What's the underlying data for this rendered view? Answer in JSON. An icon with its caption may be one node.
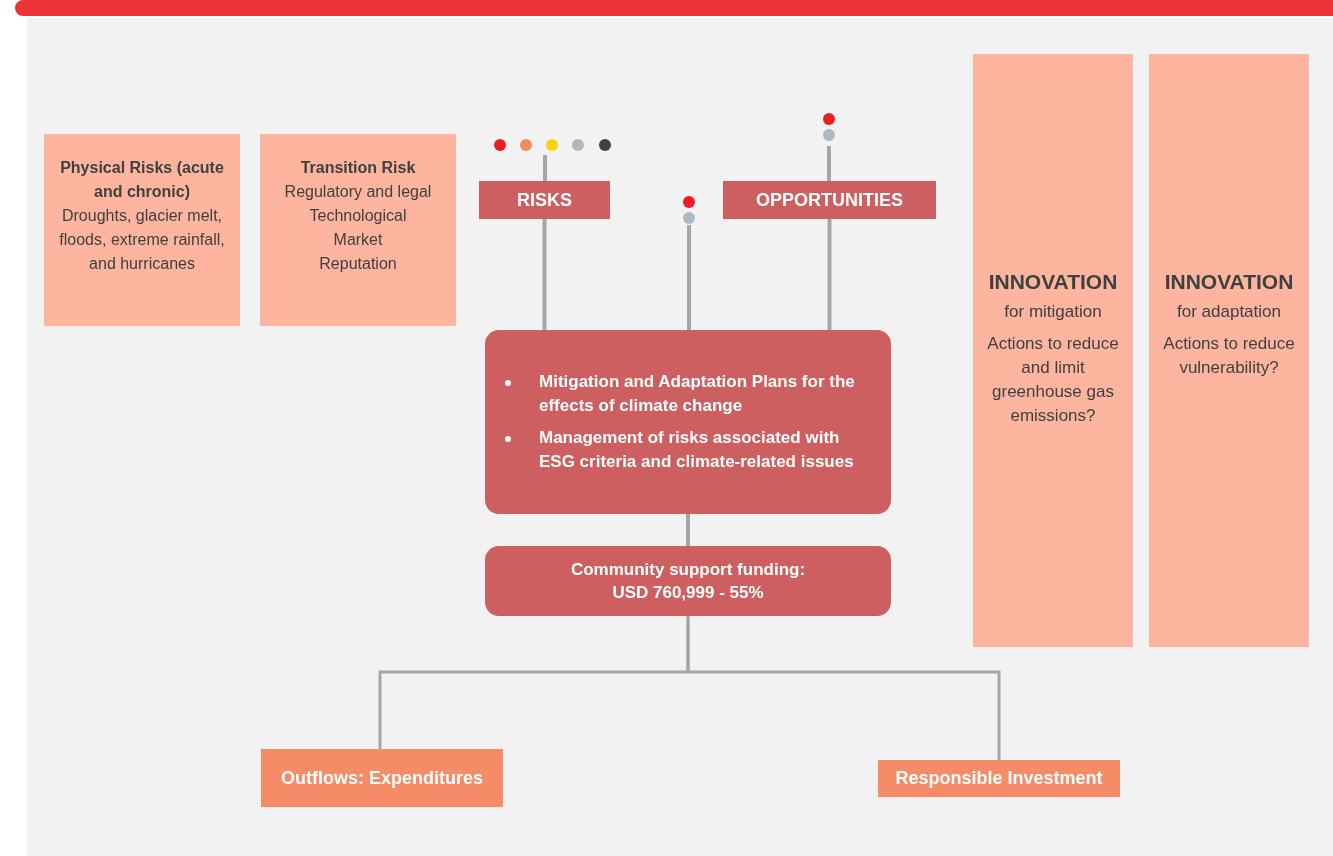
{
  "diagram": {
    "nodes": [
      {
        "text": [
          "Physical Risks (acute and chronic)",
          "Droughts, glacier melt, floods, extreme rainfall, and hurricanes"
        ]
      },
      {
        "text": [
          "Transition Risk",
          "Regulatory and legal",
          "Technological",
          "Market",
          "Reputation"
        ]
      },
      {
        "text": [
          "RISKS"
        ]
      },
      {
        "text": [
          "OPPORTUNITIES"
        ]
      },
      {
        "text": [
          "Mitigation and Adaptation Plans for the effects of climate change",
          "Management of risks associated with ESG criteria and climate-related issues"
        ]
      },
      {
        "text": [
          "Community support funding: USD 760,999 - 55%"
        ]
      },
      {
        "text": [
          "Outflows: Expenditures"
        ]
      },
      {
        "text": [
          "Responsible Investment"
        ]
      },
      {
        "text": [
          "INNOVATION",
          "for mitigation",
          "Actions to reduce and limit greenhouse gas emissions?"
        ]
      },
      {
        "text": [
          "INNOVATION",
          "for adaptation",
          "Actions to reduce vulnerability?"
        ]
      }
    ],
    "edges": [
      {
        "from": 2,
        "to": 4,
        "arrow": "none"
      },
      {
        "from": null,
        "to": 4,
        "arrow": "none"
      },
      {
        "from": 3,
        "to": 4,
        "arrow": "none"
      },
      {
        "from": 4,
        "to": 5,
        "arrow": "none"
      },
      {
        "from": 5,
        "to": 6,
        "arrow": "none"
      },
      {
        "from": 5,
        "to": 7,
        "arrow": "none"
      }
    ]
  }
}
